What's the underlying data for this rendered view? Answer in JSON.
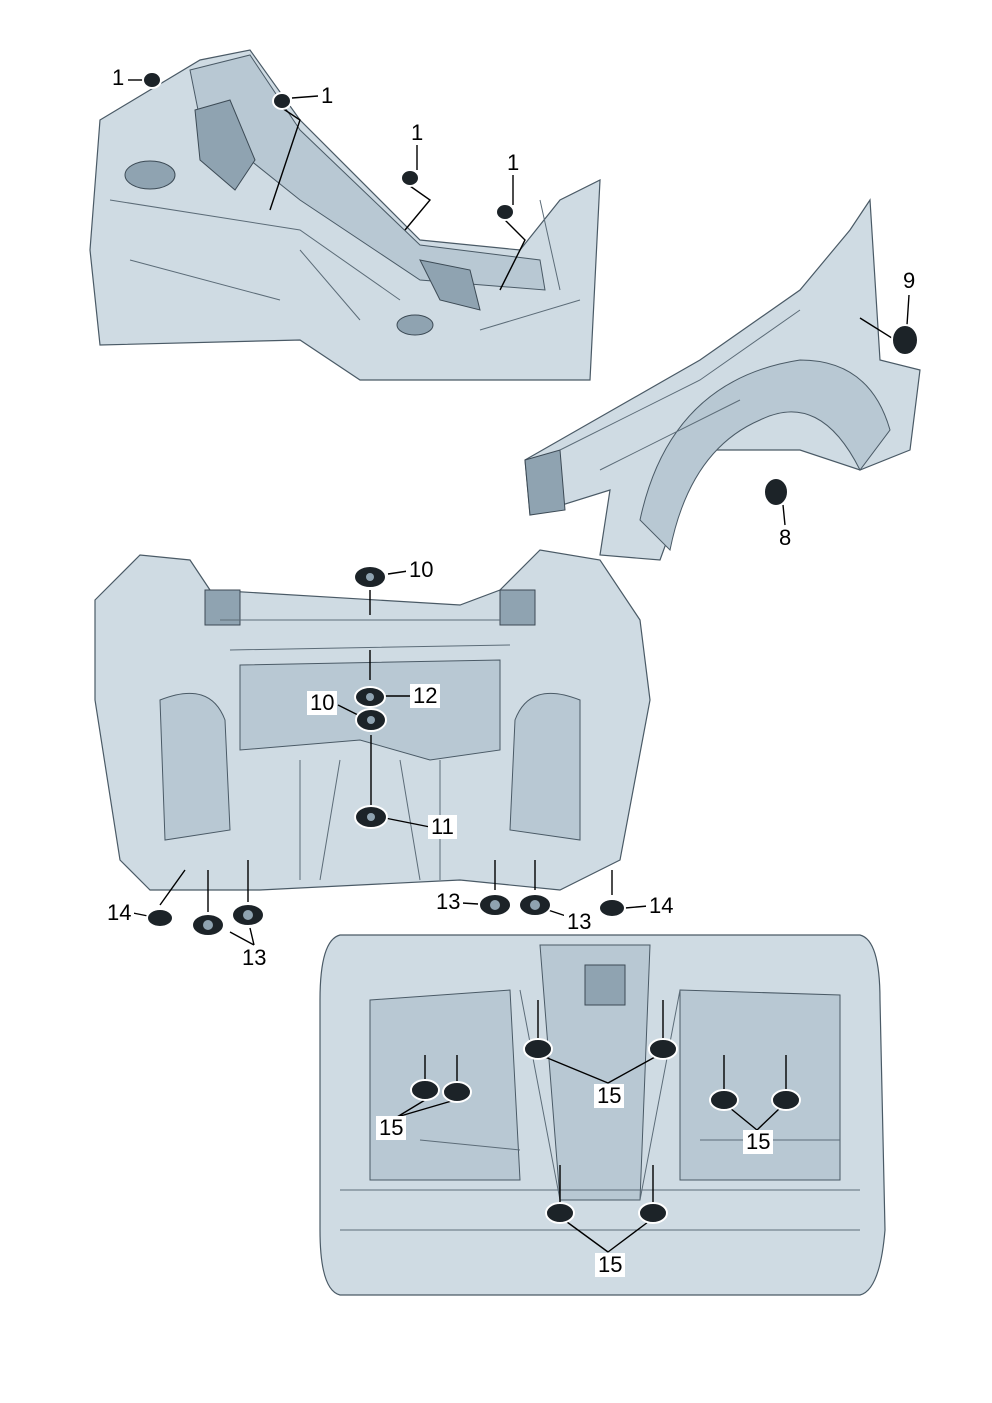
{
  "diagram": {
    "title": "Plugs / grommets for body",
    "views": [
      "front-plenum-panel",
      "front-wheelhouse",
      "rear-floor-panel",
      "underbody"
    ],
    "callouts": [
      {
        "label": "1",
        "part": "plug"
      },
      {
        "label": "1",
        "part": "plug"
      },
      {
        "label": "1",
        "part": "plug"
      },
      {
        "label": "1",
        "part": "plug"
      },
      {
        "label": "9",
        "part": "grommet"
      },
      {
        "label": "8",
        "part": "grommet"
      },
      {
        "label": "10",
        "part": "grommet"
      },
      {
        "label": "12",
        "part": "grommet"
      },
      {
        "label": "10",
        "part": "grommet"
      },
      {
        "label": "11",
        "part": "grommet"
      },
      {
        "label": "14",
        "part": "grommet"
      },
      {
        "label": "13",
        "part": "grommet"
      },
      {
        "label": "13",
        "part": "grommet"
      },
      {
        "label": "13",
        "part": "grommet"
      },
      {
        "label": "14",
        "part": "grommet"
      },
      {
        "label": "15",
        "part": "grommet"
      },
      {
        "label": "15",
        "part": "grommet"
      },
      {
        "label": "15",
        "part": "grommet"
      },
      {
        "label": "15",
        "part": "grommet"
      }
    ],
    "colors": {
      "body": "#cfdbe3",
      "shade": "#8fa3b1",
      "part": "#1c2328"
    }
  }
}
